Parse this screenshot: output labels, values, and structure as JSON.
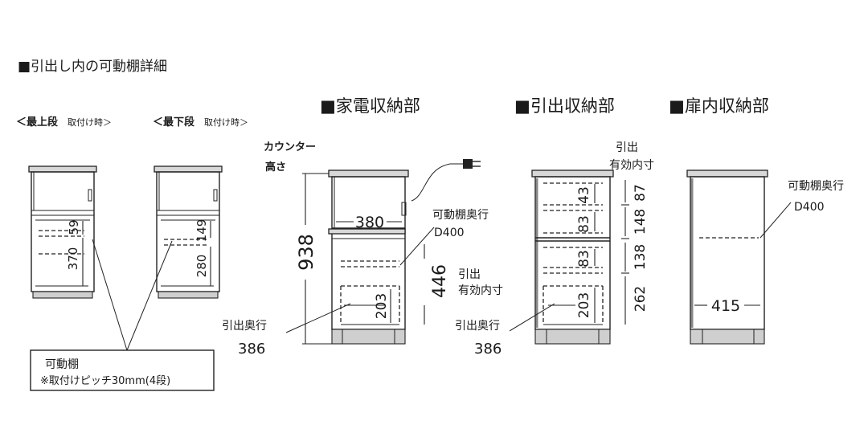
{
  "main_title": "■引出し内の可動棚詳細",
  "top_shelf_label": "＜最上段",
  "top_shelf_note": "取付け時＞",
  "bottom_shelf_label": "＜最下段",
  "bottom_shelf_note": "取付け時＞",
  "sections": {
    "appliance": "■家電収納部",
    "drawer": "■引出収納部",
    "door": "■扉内収納部"
  },
  "counter_height_label": [
    "カウンター",
    "高さ"
  ],
  "dims": {
    "d59": "59",
    "d370": "370",
    "d149": "149",
    "d280": "280",
    "d938": "938",
    "d380": "380",
    "d446": "446",
    "d203a": "203",
    "d43": "43",
    "d83a": "83",
    "d87": "87",
    "d148": "148",
    "d83b": "83",
    "d138": "138",
    "d262": "262",
    "d203b": "203",
    "d415": "415"
  },
  "labels": {
    "shelf_depth_a": [
      "可動棚奥行",
      "D400"
    ],
    "effective_a": [
      "引出",
      "有効内寸"
    ],
    "drawer_depth_a": [
      "引出奥行",
      "386"
    ],
    "effective_b": [
      "引出",
      "有効内寸"
    ],
    "drawer_depth_b": [
      "引出奥行",
      "386"
    ],
    "shelf_depth_c": [
      "可動棚奥行",
      "D400"
    ]
  },
  "note_box": {
    "title": "可動棚",
    "detail": "※取付けピッチ30mm(4段)"
  }
}
